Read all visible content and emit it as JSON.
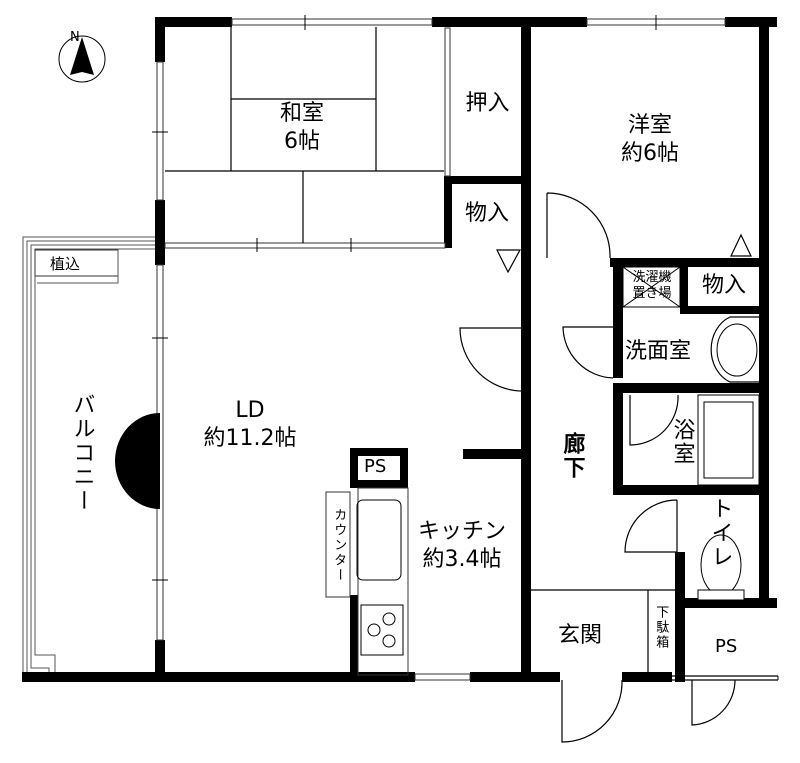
{
  "compass": {
    "label": "N"
  },
  "rooms": {
    "washitsu": {
      "name": "和室",
      "size": "6帖"
    },
    "oshiire": {
      "name": "押入"
    },
    "monoire_1": {
      "name": "物入"
    },
    "youshitsu": {
      "name": "洋室",
      "size": "約6帖"
    },
    "monoire_2": {
      "name": "物入"
    },
    "laundry": {
      "line1": "洗濯機",
      "line2": "置き場"
    },
    "senmen": {
      "name": "洗面室"
    },
    "yokushitsu": {
      "name": "浴室"
    },
    "rouka": {
      "name": "廊下"
    },
    "toilet": {
      "name": "トイレ"
    },
    "genkan": {
      "name": "玄関"
    },
    "getabako": {
      "name": "下駄箱"
    },
    "ps_outer": {
      "name": "PS"
    },
    "ld": {
      "name": "LD",
      "size": "約11.2帖"
    },
    "kitchen": {
      "name": "キッチン",
      "size": "約3.4帖"
    },
    "ps_kitchen": {
      "name": "PS"
    },
    "counter": {
      "name": "カウンター"
    },
    "balcony": {
      "name": "バルコニー"
    },
    "planter": {
      "name": "植込"
    }
  },
  "colors": {
    "wall": "#000000",
    "background": "#ffffff",
    "line": "#333333"
  }
}
